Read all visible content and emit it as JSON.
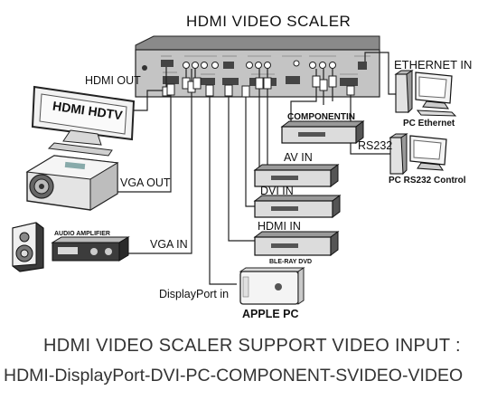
{
  "diagram": {
    "title": "HDMI VIDEO SCALER",
    "labels": {
      "hdmi_out": "HDMI OUT",
      "hdmi_hdtv": "HDMI HDTV",
      "vga_out": "VGA OUT",
      "vga_in": "VGA IN",
      "audio_amplifier": "AUDIO AMPLIFIER",
      "displayport_in": "DisplayPort in",
      "apple_pc": "APPLE PC",
      "component_in": "COMPONENTIN",
      "av_in": "AV IN",
      "dvi_in": "DVI IN",
      "hdmi_in": "HDMI IN",
      "bluray_dvd": "BLE-RAY DVD",
      "ethernet_in": "ETHERNET IN",
      "pc_ethernet": "PC Ethernet",
      "rs232": "RS232",
      "pc_rs232_control": "PC RS232 Control"
    },
    "caption": {
      "line1": "HDMI VIDEO SCALER SUPPORT VIDEO INPUT :",
      "line2": "HDMI-DisplayPort-DVI-PC-COMPONENT-SVIDEO-VIDEO"
    }
  },
  "colors": {
    "line": "#222222",
    "device_body": "#e6e6e6",
    "device_dark": "#555555",
    "panel": "#bfbfbf"
  }
}
